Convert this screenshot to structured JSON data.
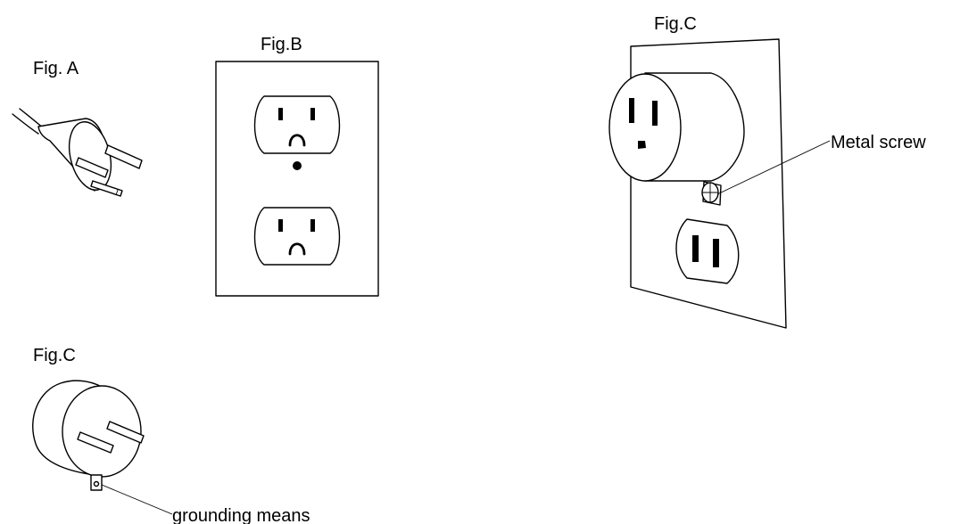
{
  "figures": {
    "fig_a": {
      "label": "Fig. A"
    },
    "fig_b": {
      "label": "Fig.B"
    },
    "fig_c_outlet": {
      "label": "Fig.C",
      "callout": "Metal screw"
    },
    "fig_c_adapter": {
      "label": "Fig.C",
      "callout": "grounding means"
    }
  }
}
